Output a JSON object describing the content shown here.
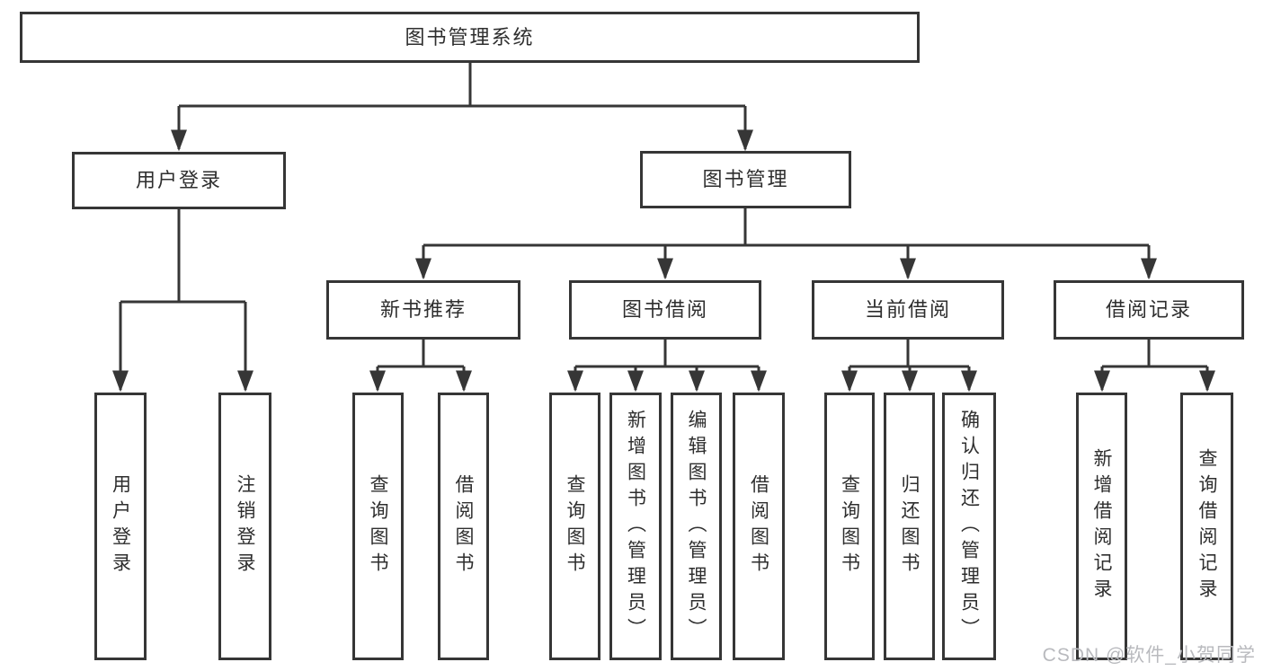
{
  "diagram": {
    "nodes": {
      "root": "图书管理系统",
      "userLogin": "用户登录",
      "bookManagement": "图书管理",
      "newBookRecommend": "新书推荐",
      "bookBorrow": "图书借阅",
      "currentBorrow": "当前借阅",
      "borrowRecords": "借阅记录",
      "leafUserLogin": "用户登录",
      "leafLogout": "注销登录",
      "leafQueryBooksA": "查询图书",
      "leafBorrowBooksA": "借阅图书",
      "leafQueryBooksB": "查询图书",
      "leafAddBooks": "新增图书（管理员）",
      "leafEditBooks": "编辑图书（管理员）",
      "leafBorrowBooksB": "借阅图书",
      "leafQueryBooksC": "查询图书",
      "leafReturnBooks": "归还图书",
      "leafConfirmReturn": "确认归还（管理员）",
      "leafAddBorrowRecord": "新增借阅记录",
      "leafQueryBorrowRecord": "查询借阅记录"
    },
    "structure": {
      "root": [
        "userLogin",
        "bookManagement"
      ],
      "userLogin": [
        "leafUserLogin",
        "leafLogout"
      ],
      "bookManagement": [
        "newBookRecommend",
        "bookBorrow",
        "currentBorrow",
        "borrowRecords"
      ],
      "newBookRecommend": [
        "leafQueryBooksA",
        "leafBorrowBooksA"
      ],
      "bookBorrow": [
        "leafQueryBooksB",
        "leafAddBooks",
        "leafEditBooks",
        "leafBorrowBooksB"
      ],
      "currentBorrow": [
        "leafQueryBooksC",
        "leafReturnBooks",
        "leafConfirmReturn"
      ],
      "borrowRecords": [
        "leafAddBorrowRecord",
        "leafQueryBorrowRecord"
      ]
    },
    "colors": {
      "line": "#363636",
      "text": "#2e2e2e",
      "background": "#ffffff",
      "watermark": "#b9babe"
    }
  },
  "watermark": {
    "text": "CSDN @软件_小贺同学"
  }
}
